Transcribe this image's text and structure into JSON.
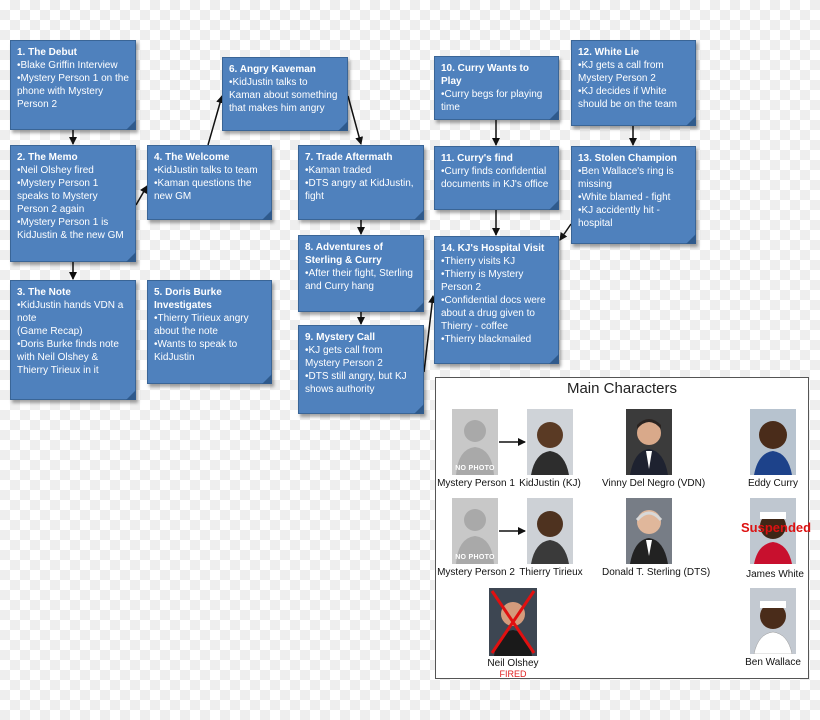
{
  "colors": {
    "box": "#4f81bd",
    "box_border": "#3a6596",
    "text": "#ffffff",
    "arrow": "#111111",
    "stamp": "#dd1111"
  },
  "boxes": [
    {
      "title": "1. The Debut",
      "lines": [
        "•Blake Griffin Interview",
        "•Mystery Person 1 on the phone with  Mystery Person 2"
      ]
    },
    {
      "title": "2. The Memo",
      "lines": [
        "•Neil Olshey fired",
        "•Mystery Person 1 speaks to Mystery Person 2 again",
        "•Mystery Person 1 is KidJustin & the new GM"
      ]
    },
    {
      "title": "3. The Note",
      "lines": [
        "•KidJustin hands VDN a note",
        "(Game Recap)",
        "•Doris Burke finds note with Neil Olshey & Thierry Tirieux in it"
      ]
    },
    {
      "title": "4. The Welcome",
      "lines": [
        "•KidJustin talks to team",
        "•Kaman questions the new GM"
      ]
    },
    {
      "title": "5. Doris Burke Investigates",
      "lines": [
        "•Thierry Tirieux angry about the note",
        "•Wants to speak to KidJustin"
      ]
    },
    {
      "title": "6. Angry Kaveman",
      "lines": [
        "•KidJustin talks to Kaman about something that makes him angry"
      ]
    },
    {
      "title": "7. Trade Aftermath",
      "lines": [
        "•Kaman traded",
        "•DTS angry at KidJustin, fight"
      ]
    },
    {
      "title": "8. Adventures of Sterling & Curry",
      "lines": [
        "•After their fight, Sterling and Curry hang"
      ]
    },
    {
      "title": "9. Mystery Call",
      "lines": [
        "•KJ gets call from Mystery Person 2",
        "•DTS still angry, but KJ shows authority"
      ]
    },
    {
      "title": "10. Curry Wants to Play",
      "lines": [
        "•Curry begs for playing time"
      ]
    },
    {
      "title": "11. Curry's find",
      "lines": [
        "•Curry finds confidential documents in KJ's office"
      ]
    },
    {
      "title": "12. White Lie",
      "lines": [
        "•KJ gets a call from Mystery Person 2",
        "•KJ decides if White should be on the team"
      ]
    },
    {
      "title": "13. Stolen Champion",
      "lines": [
        "•Ben Wallace's ring is missing",
        "•White blamed - fight",
        "•KJ accidently hit - hospital"
      ]
    },
    {
      "title": "14. KJ's Hospital Visit",
      "lines": [
        "•Thierry visits KJ",
        "•Thierry is Mystery Person 2",
        "•Confidential docs were about a drug given to Thierry - coffee",
        "•Thierry blackmailed"
      ]
    }
  ],
  "characters": {
    "title": "Main Characters",
    "placeholder_text": "NO PHOTO",
    "people": [
      {
        "name": "Mystery Person 1",
        "photo": "no-photo-placeholder"
      },
      {
        "name": "KidJustin (KJ)",
        "photo": "player-portrait"
      },
      {
        "name": "Vinny Del Negro (VDN)",
        "photo": "man-portrait"
      },
      {
        "name": "Eddy Curry",
        "photo": "player-portrait"
      },
      {
        "name": "Mystery Person 2",
        "photo": "no-photo-placeholder"
      },
      {
        "name": "Thierry Tirieux",
        "photo": "player-portrait"
      },
      {
        "name": "Donald T. Sterling (DTS)",
        "photo": "man-portrait"
      },
      {
        "name": "James White",
        "photo": "player-portrait",
        "stamp": "Suspended"
      },
      {
        "name": "Neil Olshey",
        "photo": "crossed-out-portrait",
        "note": "FIRED"
      },
      {
        "name": "Ben Wallace",
        "photo": "player-portrait"
      }
    ]
  }
}
